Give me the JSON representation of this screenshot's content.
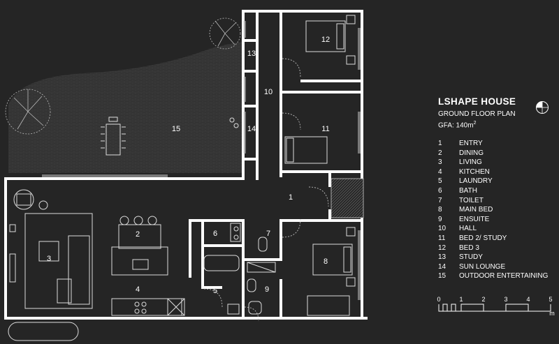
{
  "title": "LSHAPE HOUSE",
  "subtitle": "GROUND FLOOR PLAN",
  "gfa": "GFA: 140m",
  "gfa_sup": "2",
  "rooms": [
    {
      "num": "1",
      "name": "ENTRY"
    },
    {
      "num": "2",
      "name": "DINING"
    },
    {
      "num": "3",
      "name": "LIVING"
    },
    {
      "num": "4",
      "name": "KITCHEN"
    },
    {
      "num": "5",
      "name": "LAUNDRY"
    },
    {
      "num": "6",
      "name": "BATH"
    },
    {
      "num": "7",
      "name": "TOILET"
    },
    {
      "num": "8",
      "name": "MAIN BED"
    },
    {
      "num": "9",
      "name": "ENSUITE"
    },
    {
      "num": "10",
      "name": "HALL"
    },
    {
      "num": "11",
      "name": "BED 2/ STUDY"
    },
    {
      "num": "12",
      "name": "BED 3"
    },
    {
      "num": "13",
      "name": "STUDY"
    },
    {
      "num": "14",
      "name": "SUN LOUNGE"
    },
    {
      "num": "15",
      "name": "OUTDOOR ENTERTAINING"
    }
  ],
  "scale": {
    "ticks": [
      "0",
      "1",
      "2",
      "3",
      "4",
      "5"
    ],
    "unit": "m"
  },
  "colors": {
    "background": "#252525",
    "walls": "#ffffff",
    "lines": "#cfcfcf"
  }
}
